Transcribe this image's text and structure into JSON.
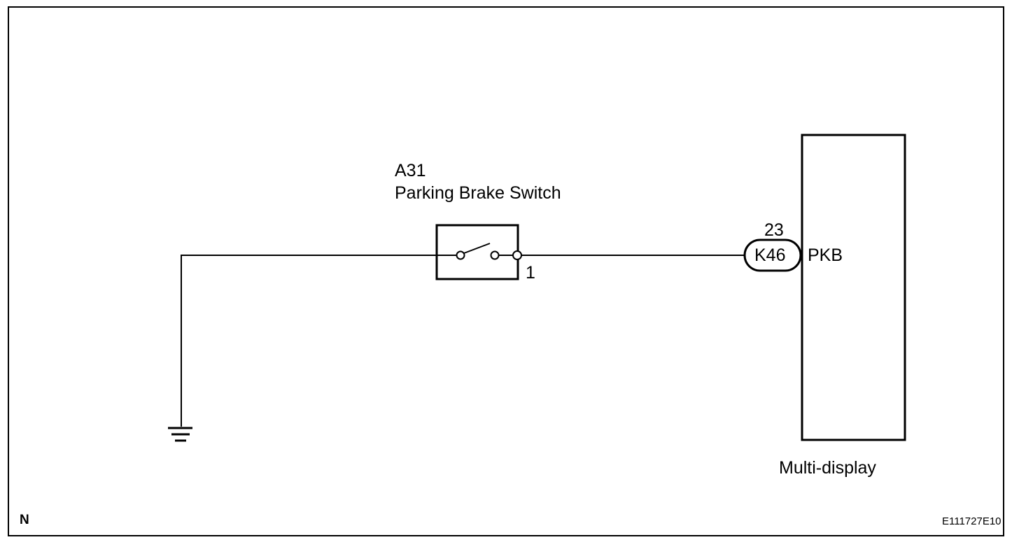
{
  "diagram": {
    "switch": {
      "code": "A31",
      "name": "Parking Brake Switch",
      "pin": "1"
    },
    "connector": {
      "code": "K46",
      "pin": "23",
      "signal": "PKB"
    },
    "ecu": {
      "name": "Multi-display"
    },
    "footer": {
      "left_mark": "N",
      "figure_id": "E111727E10"
    }
  },
  "colors": {
    "line": "#000000",
    "background": "#ffffff"
  },
  "icons": [
    "ground-symbol-icon",
    "switch-contact-icon"
  ]
}
